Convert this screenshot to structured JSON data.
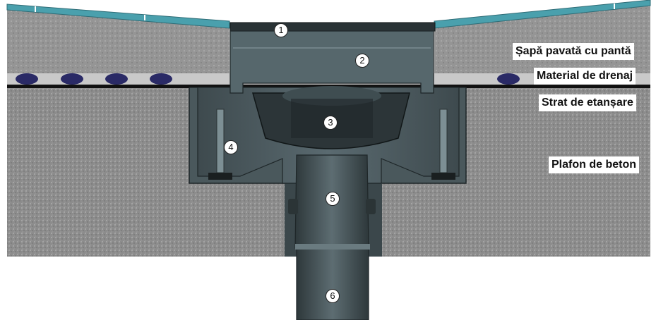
{
  "labels": {
    "screed": "Șapă pavată cu pantă",
    "drainage": "Material de drenaj",
    "sealing": "Strat de etanșare",
    "concrete": "Plafon de beton"
  },
  "callouts": {
    "c1": "1",
    "c2": "2",
    "c3": "3",
    "c4": "4",
    "c5": "5",
    "c6": "6"
  },
  "colors": {
    "concrete": "#8a8a8a",
    "screed": "#9a9a9a",
    "tile": "#4aa0ad",
    "drainage_beads": "#2a2a66",
    "membrane": "#111111",
    "drain_body": "#4d5c61",
    "drain_dark": "#2c3538",
    "background": "#ffffff"
  }
}
